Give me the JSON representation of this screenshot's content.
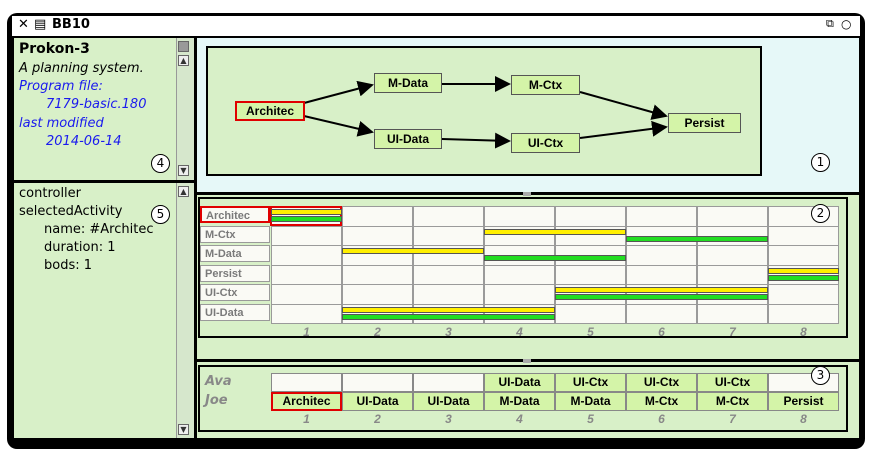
{
  "window": {
    "title": "BB10",
    "close_glyph": "✕",
    "menu_glyph": "▤",
    "restore_glyph": "⧉",
    "circle_glyph": "○"
  },
  "info_pane": {
    "title": "Prokon-3",
    "subtitle": "A planning system.",
    "program_label": "Program file:",
    "program_value": "7179-basic.180",
    "modified_label": "last modified",
    "modified_value": "2014-06-14",
    "marker": "4"
  },
  "inspector_pane": {
    "lines": [
      "controller",
      "selectedActivity",
      "name: #Architec",
      "duration: 1",
      "bods: 1"
    ],
    "marker": "5"
  },
  "graph_pane": {
    "marker": "1",
    "nodes": [
      "Architec",
      "M-Data",
      "M-Ctx",
      "UI-Data",
      "UI-Ctx",
      "Persist"
    ]
  },
  "gantt_pane": {
    "marker": "2",
    "rows": [
      "Architec",
      "M-Ctx",
      "M-Data",
      "Persist",
      "UI-Ctx",
      "UI-Data"
    ],
    "columns": [
      "1",
      "2",
      "3",
      "4",
      "5",
      "6",
      "7",
      "8"
    ],
    "bars": [
      {
        "row": "Architec",
        "start": 1,
        "end": 1,
        "color": "yellow"
      },
      {
        "row": "Architec",
        "start": 1,
        "end": 1,
        "color": "green"
      },
      {
        "row": "M-Ctx",
        "start": 4,
        "end": 5,
        "color": "yellow"
      },
      {
        "row": "M-Ctx",
        "start": 6,
        "end": 7,
        "color": "green"
      },
      {
        "row": "M-Data",
        "start": 2,
        "end": 3,
        "color": "yellow"
      },
      {
        "row": "M-Data",
        "start": 4,
        "end": 5,
        "color": "green"
      },
      {
        "row": "Persist",
        "start": 8,
        "end": 8,
        "color": "yellow"
      },
      {
        "row": "Persist",
        "start": 8,
        "end": 8,
        "color": "green"
      },
      {
        "row": "UI-Ctx",
        "start": 5,
        "end": 7,
        "color": "yellow"
      },
      {
        "row": "UI-Ctx",
        "start": 5,
        "end": 7,
        "color": "green"
      },
      {
        "row": "UI-Data",
        "start": 2,
        "end": 4,
        "color": "yellow"
      },
      {
        "row": "UI-Data",
        "start": 2,
        "end": 4,
        "color": "green"
      }
    ]
  },
  "assign_pane": {
    "marker": "3",
    "people": [
      "Ava",
      "Joe"
    ],
    "ava_row": [
      "",
      "",
      "",
      "UI-Data",
      "UI-Ctx",
      "UI-Ctx",
      "UI-Ctx",
      ""
    ],
    "joe_row": [
      "Architec",
      "UI-Data",
      "UI-Data",
      "M-Data",
      "M-Data",
      "M-Ctx",
      "M-Ctx",
      "Persist"
    ],
    "columns": [
      "1",
      "2",
      "3",
      "4",
      "5",
      "6",
      "7",
      "8"
    ]
  },
  "colors": {
    "node_fill": "#d4f4a8",
    "selected_border": "#e00000",
    "bar_yellow": "#ffef00",
    "bar_green": "#22dd22",
    "pane_bg": "#d8f0c8",
    "graph_bg": "#e6f8f8"
  }
}
